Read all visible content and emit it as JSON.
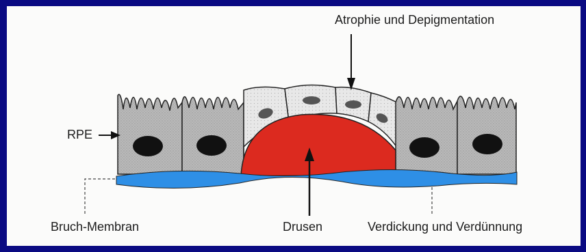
{
  "labels": {
    "atrophy": "Atrophie und Depigmentation",
    "rpe": "RPE",
    "bruch": "Bruch-Membran",
    "drusen": "Drusen",
    "thickening": "Verdickung und Verdünnung"
  },
  "colors": {
    "background": "#0a0a82",
    "panel": "#fbfbfa",
    "rpe_cell": "#b8b8b8",
    "atrophic_cell": "#e6e6e6",
    "drusen": "#dc2a1f",
    "bruch_membrane": "#2e8fe6",
    "nucleus": "#111111"
  }
}
